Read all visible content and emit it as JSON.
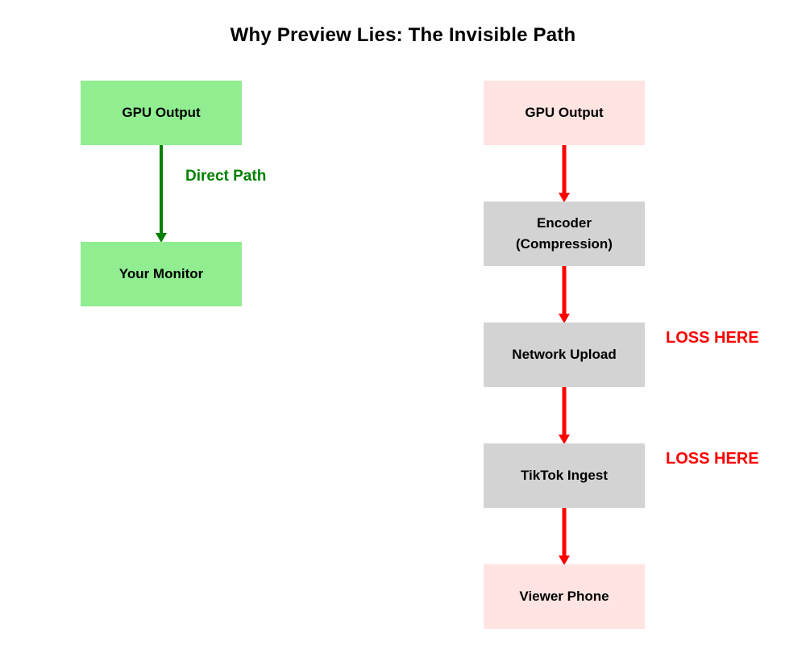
{
  "title": "Why Preview Lies: The Invisible Path",
  "colors": {
    "direct_box": "#90EE90",
    "endpoint_box": "#FFE4E1",
    "process_box": "#D3D3D3",
    "direct_arrow": "#008000",
    "loss_arrow": "#FF0000",
    "direct_label_text": "#008000",
    "loss_text": "#FF0000",
    "title_text": "#000000",
    "node_text": "#000000"
  },
  "direct_path": {
    "nodes": [
      {
        "label": "GPU Output"
      },
      {
        "label": "Your Monitor"
      }
    ],
    "arrow_label": "Direct Path"
  },
  "stream_path": {
    "nodes": [
      {
        "label": "GPU Output"
      },
      {
        "label": "Encoder\n(Compression)"
      },
      {
        "label": "Network Upload"
      },
      {
        "label": "TikTok Ingest"
      },
      {
        "label": "Viewer Phone"
      }
    ],
    "loss_annotations": [
      {
        "label": "LOSS HERE"
      },
      {
        "label": "LOSS HERE"
      }
    ]
  }
}
